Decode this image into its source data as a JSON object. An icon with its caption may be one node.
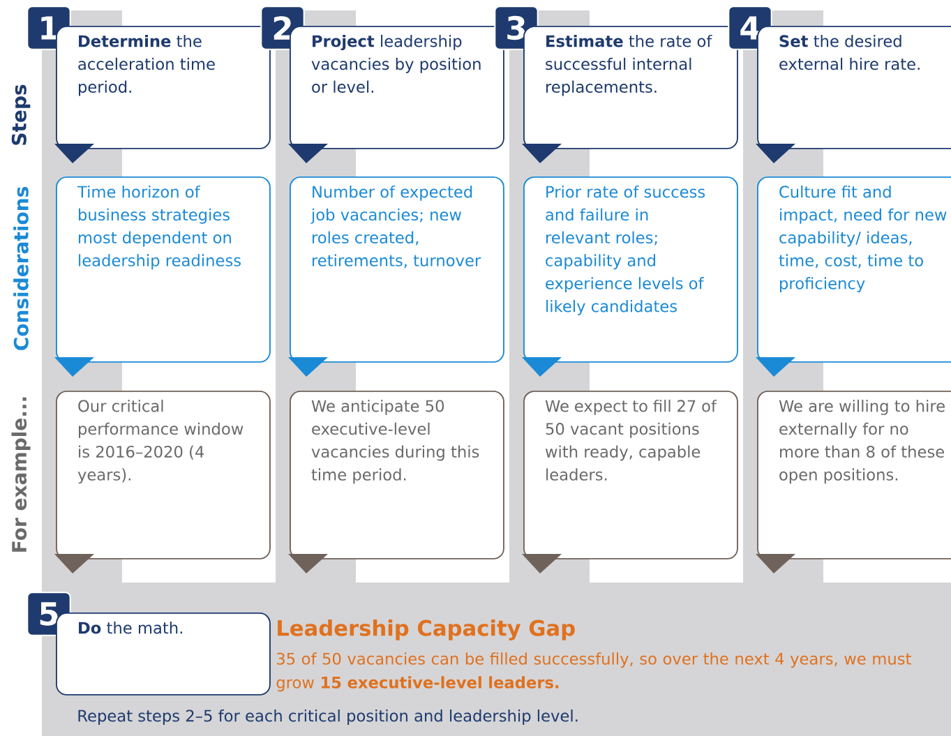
{
  "diagram": {
    "nodes": [
      {
        "text": [
          "1"
        ]
      },
      {
        "text": [
          "**Determine** the acceleration time period."
        ]
      },
      {
        "text": [
          "2"
        ]
      },
      {
        "text": [
          "**Project** leadership vacancies by position or level."
        ]
      },
      {
        "text": [
          "3"
        ]
      },
      {
        "text": [
          "**Estimate** the rate of successful internal replacements."
        ]
      },
      {
        "text": [
          "4"
        ]
      },
      {
        "text": [
          "**Set** the desired external hire rate."
        ]
      },
      {
        "text": [
          "Time horizon of business strategies most dependent on leadership readiness"
        ]
      },
      {
        "text": [
          "Number of expected job vacancies; new roles created, retirements, turnover"
        ]
      },
      {
        "text": [
          "Prior rate of success and failure in relevant roles; capability and experience levels of likely candidates"
        ]
      },
      {
        "text": [
          "Culture fit and impact, need for new capability/ ideas, time, cost, time to proficiency"
        ]
      },
      {
        "text": [
          "Our critical performance window is 2016–2020 (4 years)."
        ]
      },
      {
        "text": [
          "We anticipate 50 executive-level vacancies during this time period."
        ]
      },
      {
        "text": [
          "We expect to fill 27 of 50 vacant positions with ready, capable leaders."
        ]
      },
      {
        "text": [
          "We are willing to hire externally for no more than 8 of these open positions."
        ]
      },
      {
        "text": [
          "5"
        ]
      },
      {
        "text": [
          "**Do** the math."
        ]
      }
    ],
    "labels": [
      "Steps",
      "Considerations",
      "For example...",
      "Leadership Capacity Gap",
      "35 of 50 vacancies can be filled successfully, so over the next 4 years, we must grow **15 executive-level leaders.**",
      "Repeat steps 2–5 for each critical position and leadership level."
    ]
  }
}
